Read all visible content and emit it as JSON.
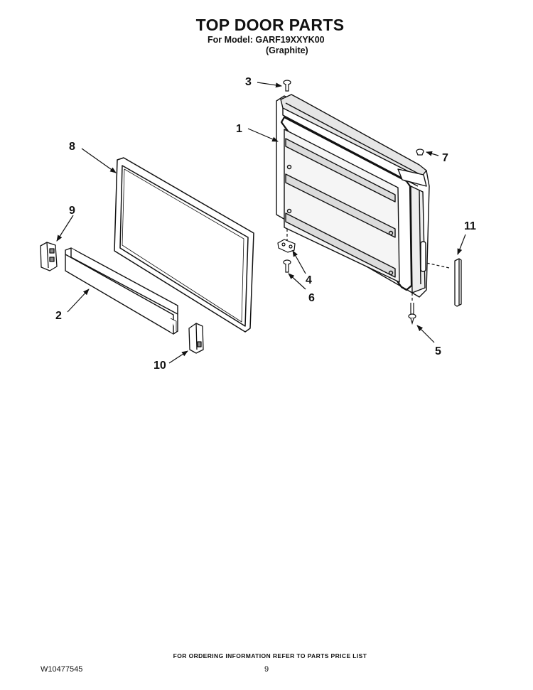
{
  "header": {
    "title": "TOP DOOR PARTS",
    "model_line": "For Model: GARF19XXYK00",
    "color_line": "(Graphite)"
  },
  "diagram": {
    "callouts": {
      "c1": "1",
      "c2": "2",
      "c3": "3",
      "c4": "4",
      "c5": "5",
      "c6": "6",
      "c7": "7",
      "c8": "8",
      "c9": "9",
      "c10": "10",
      "c11": "11"
    }
  },
  "footer": {
    "ordering_note": "FOR ORDERING INFORMATION REFER TO PARTS PRICE LIST",
    "doc_number": "W10477545",
    "page_number": "9"
  }
}
